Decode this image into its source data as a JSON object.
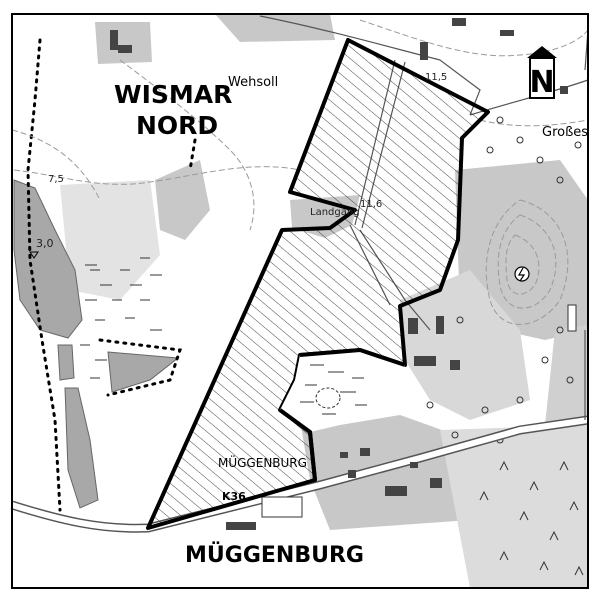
{
  "map": {
    "place_labels": {
      "wismar": "WISMAR",
      "nord": "NORD",
      "mueggenburg_main": "MÜGGENBURG",
      "mueggenburg_small": "MÜGGENBURG",
      "wehsoll": "Wehsoll",
      "grosses": "Großes",
      "landgang": "Landgang"
    },
    "elevations": {
      "water_level": "3,0",
      "contour": "7,5",
      "point_11_5": "11,5",
      "point_11_6": "11,6"
    },
    "road_label": "K36",
    "north_arrow_letter": "N",
    "colors": {
      "background": "#ffffff",
      "gray_area": "#c8c8c8",
      "water": "#a8a8a8",
      "building": "#444444",
      "boundary": "#000000",
      "contour": "#9a9a9a"
    }
  }
}
